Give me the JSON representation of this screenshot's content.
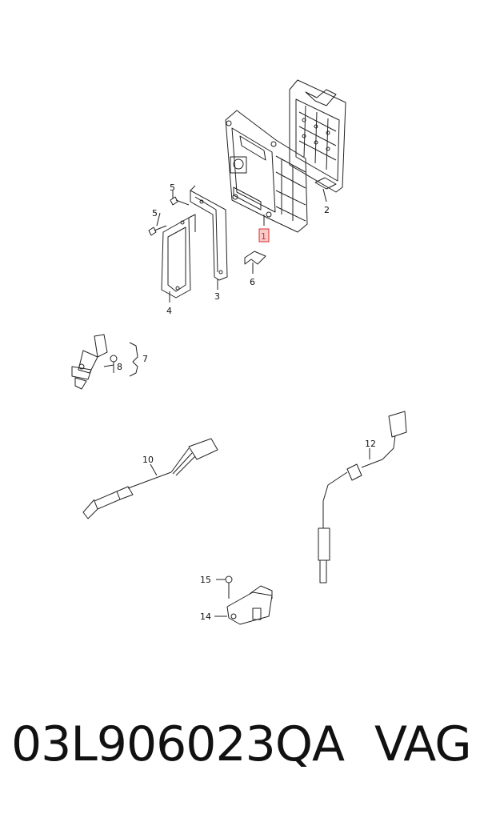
{
  "callouts": [
    {
      "id": "1",
      "highlight": true
    },
    {
      "id": "2"
    },
    {
      "id": "3"
    },
    {
      "id": "4"
    },
    {
      "id": "5a",
      "label": "5"
    },
    {
      "id": "5b",
      "label": "5"
    },
    {
      "id": "6"
    },
    {
      "id": "7"
    },
    {
      "id": "8"
    },
    {
      "id": "10"
    },
    {
      "id": "12"
    },
    {
      "id": "14"
    },
    {
      "id": "15"
    }
  ],
  "labels": {
    "c1": "1",
    "c2": "2",
    "c3": "3",
    "c4": "4",
    "c5a": "5",
    "c5b": "5",
    "c6": "6",
    "c7": "7",
    "c8": "8",
    "c10": "10",
    "c12": "12",
    "c14": "14",
    "c15": "15"
  },
  "footer": {
    "part_number": "03L906023QA",
    "brand": "VAG"
  },
  "colors": {
    "line": "#222222",
    "highlight": "#d32f2f",
    "highlight_box": "#f8caca"
  }
}
